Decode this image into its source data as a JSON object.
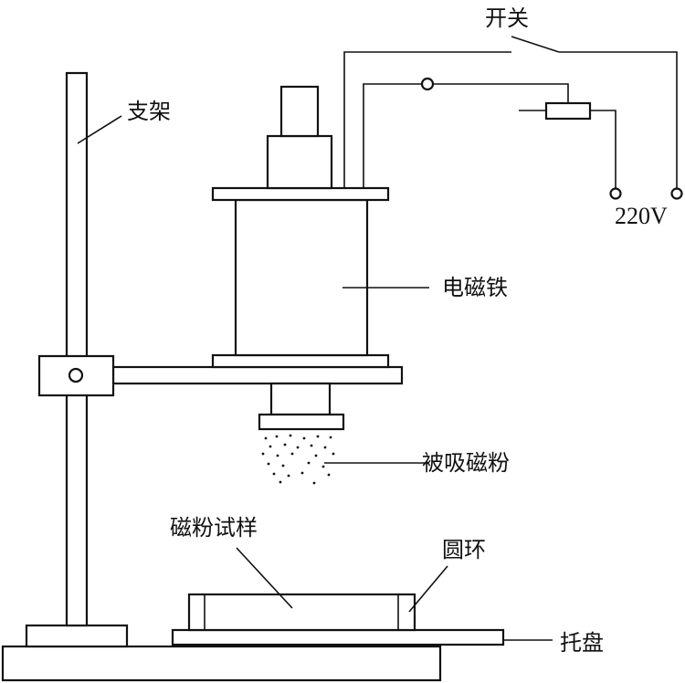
{
  "labels": {
    "switch": "开关",
    "stand": "支架",
    "voltage": "220V",
    "electromagnet": "电磁铁",
    "attracted_powder": "被吸磁粉",
    "powder_sample": "磁粉试样",
    "ring": "圆环",
    "tray": "托盘"
  },
  "colors": {
    "line": "#111111",
    "background": "#ffffff"
  }
}
